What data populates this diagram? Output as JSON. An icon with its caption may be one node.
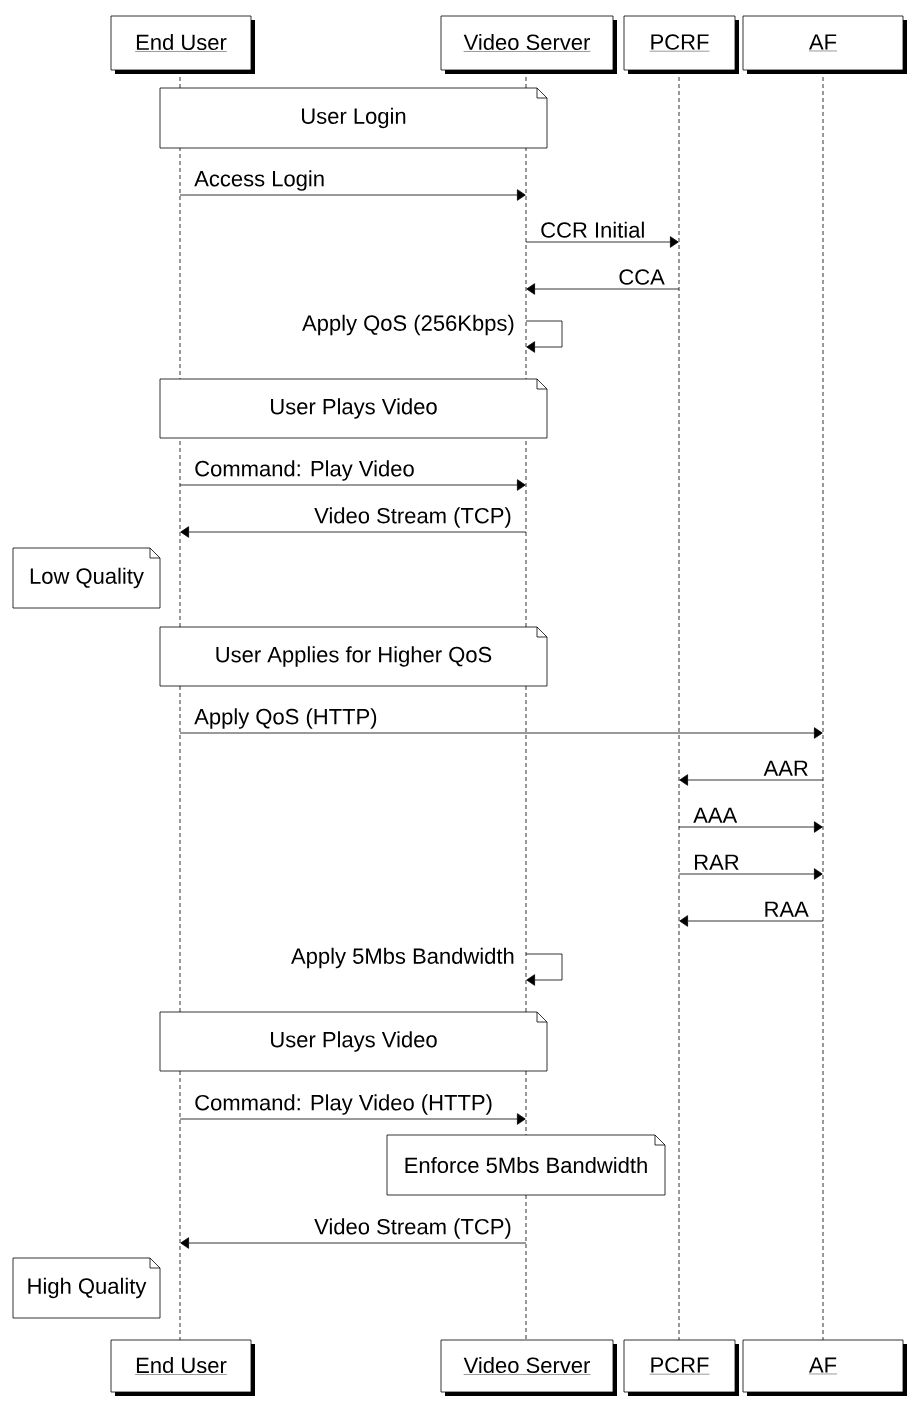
{
  "diagram": {
    "nodes": [
      {
        "text": [
          "End User"
        ]
      },
      {
        "text": [
          "Video Server"
        ]
      },
      {
        "text": [
          "PCRF"
        ]
      },
      {
        "text": [
          "AF"
        ]
      },
      {
        "text": [
          "End User"
        ]
      },
      {
        "text": [
          "Video Server"
        ]
      },
      {
        "text": [
          "PCRF"
        ]
      },
      {
        "text": [
          "AF"
        ]
      },
      {
        "text": [
          "User Login"
        ]
      },
      {
        "text": [
          "User Plays Video"
        ]
      },
      {
        "text": [
          "Low Quality"
        ]
      },
      {
        "text": [
          "User Applies for Higher QoS"
        ]
      },
      {
        "text": [
          "User Plays Video"
        ]
      },
      {
        "text": [
          "Enforce 5Mbs Bandwidth"
        ]
      },
      {
        "text": [
          "High Quality"
        ]
      },
      {
        "text": [],
        "shape": "line"
      },
      {
        "text": [],
        "shape": "line"
      },
      {
        "text": [],
        "shape": "line"
      },
      {
        "text": [],
        "shape": "line"
      },
      {
        "text": [],
        "shape": "line"
      }
    ],
    "edges": [
      {
        "from": 15,
        "to": 16,
        "arrow": "to",
        "label": "Access Login"
      },
      {
        "from": 16,
        "to": 17,
        "arrow": "to",
        "label": "CCR Initial"
      },
      {
        "from": 17,
        "to": 16,
        "arrow": "to",
        "label": "CCA"
      },
      {
        "from": 16,
        "to": 16,
        "arrow": "to",
        "label": "Apply QoS (256Kbps)"
      },
      {
        "from": 15,
        "to": 16,
        "arrow": "to",
        "label": "Command: Play Video"
      },
      {
        "from": 16,
        "to": 15,
        "arrow": "to",
        "label": "Video Stream (TCP)"
      },
      {
        "from": 15,
        "to": 18,
        "arrow": "to",
        "label": "Apply QoS (HTTP)"
      },
      {
        "from": 18,
        "to": 17,
        "arrow": "to",
        "label": "AAR"
      },
      {
        "from": 17,
        "to": 18,
        "arrow": "to",
        "label": "AAA"
      },
      {
        "from": 17,
        "to": 18,
        "arrow": "to",
        "label": "RAR"
      },
      {
        "from": 18,
        "to": 17,
        "arrow": "to",
        "label": "RAA"
      },
      {
        "from": 16,
        "to": 16,
        "arrow": "to",
        "label": "Apply 5Mbs Bandwidth"
      },
      {
        "from": 15,
        "to": 16,
        "arrow": "to",
        "label": "Command: Play Video (HTTP)"
      },
      {
        "from": 19,
        "to": 15,
        "arrow": "to",
        "label": "Video Stream (TCP)"
      }
    ]
  }
}
